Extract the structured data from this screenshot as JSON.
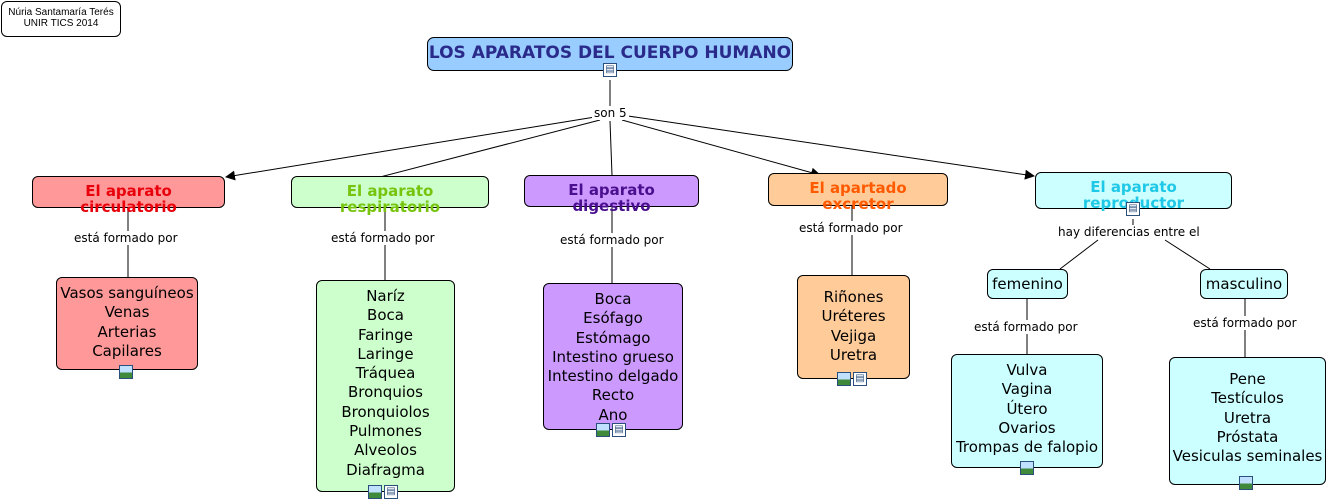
{
  "credit": {
    "line1": "Núria Santamaría Terés",
    "line2": "UNIR TICS 2014"
  },
  "root": {
    "title": "LOS APARATOS DEL CUERPO HUMANO"
  },
  "root_link": "son 5",
  "aparatos": [
    {
      "title": "El aparato circulatorio",
      "title_color": "#e8000b",
      "bg": "#ff9999",
      "link": "está formado por",
      "items": [
        "Vasos sanguíneos",
        "Venas",
        "Arterias",
        "Capilares"
      ],
      "icons": [
        "image"
      ]
    },
    {
      "title": "El aparato respiratorio",
      "title_color": "#76c40e",
      "bg": "#ccffcc",
      "link": "está formado por",
      "items": [
        "Naríz",
        "Boca",
        "Faringe",
        "Laringe",
        "Tráquea",
        "Bronquios",
        "Bronquiolos",
        "Pulmones",
        "Alveolos",
        "Diafragma"
      ],
      "icons": [
        "image",
        "document"
      ]
    },
    {
      "title": "El aparato digestivo",
      "title_color": "#4a0f8f",
      "bg": "#cc99ff",
      "link": "está formado por",
      "items": [
        "Boca",
        "Esófago",
        "Estómago",
        "Intestino grueso",
        "Intestino delgado",
        "Recto",
        "Ano"
      ],
      "icons": [
        "image",
        "document"
      ]
    },
    {
      "title": "El apartado excretor",
      "title_color": "#ff5a00",
      "bg": "#ffcc99",
      "link": "está formado por",
      "items": [
        "Riñones",
        "Uréteres",
        "Vejiga",
        "Uretra"
      ],
      "icons": [
        "image",
        "document"
      ]
    },
    {
      "title": "El aparato reproductor",
      "title_color": "#1ec8e6",
      "bg": "#ccffff",
      "link": "hay diferencias entre el",
      "icons": [
        "document"
      ]
    }
  ],
  "genders": [
    {
      "title": "femenino",
      "link": "está formado por",
      "items": [
        "Vulva",
        "Vagina",
        "Útero",
        "Ovarios",
        "Trompas de falopio"
      ],
      "icons": [
        "image"
      ]
    },
    {
      "title": "masculino",
      "link": "está formado por",
      "items": [
        "Pene",
        "Testículos",
        "Uretra",
        "Próstata",
        "Vesiculas seminales"
      ],
      "icons": [
        "image"
      ]
    }
  ],
  "colors": {
    "root_bg": "#99ccff",
    "root_text": "#2a2a8a",
    "reproductor_bg": "#ccffff"
  },
  "icon_names": {
    "image": "image-icon",
    "document": "document-icon"
  }
}
